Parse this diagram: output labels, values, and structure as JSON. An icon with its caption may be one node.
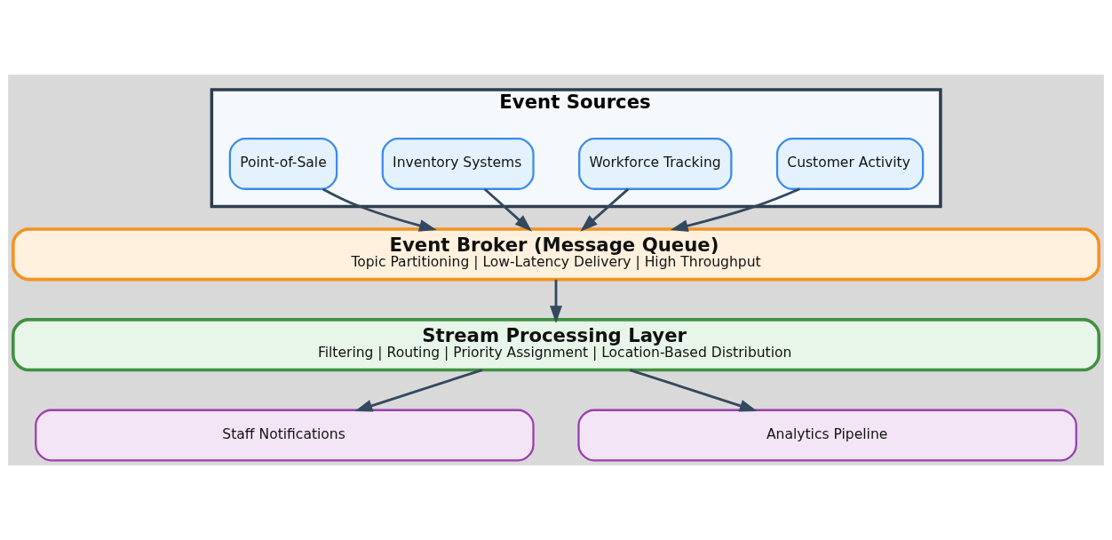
{
  "diagram": {
    "nodes": [
      {
        "text": [
          "Event Sources"
        ]
      },
      {
        "text": [
          "Point-of-Sale"
        ],
        "in": 0
      },
      {
        "text": [
          "Inventory Systems"
        ],
        "in": 0
      },
      {
        "text": [
          "Workforce Tracking"
        ],
        "in": 0
      },
      {
        "text": [
          "Customer Activity"
        ],
        "in": 0
      },
      {
        "text": [
          "Event Broker (Message Queue)",
          "Topic Partitioning | Low-Latency Delivery | High Throughput"
        ]
      },
      {
        "text": [
          "Stream Processing Layer",
          "Filtering | Routing | Priority Assignment | Location-Based Distribution"
        ]
      },
      {
        "text": [
          "Staff Notifications"
        ]
      },
      {
        "text": [
          "Analytics Pipeline"
        ]
      }
    ],
    "edges": [
      {
        "from": 1,
        "to": 5,
        "arrow": "to"
      },
      {
        "from": 2,
        "to": 5,
        "arrow": "to"
      },
      {
        "from": 3,
        "to": 5,
        "arrow": "to"
      },
      {
        "from": 4,
        "to": 5,
        "arrow": "to"
      },
      {
        "from": 5,
        "to": 6,
        "arrow": "to"
      },
      {
        "from": 6,
        "to": 7,
        "arrow": "to"
      },
      {
        "from": 6,
        "to": 8,
        "arrow": "to"
      }
    ]
  }
}
